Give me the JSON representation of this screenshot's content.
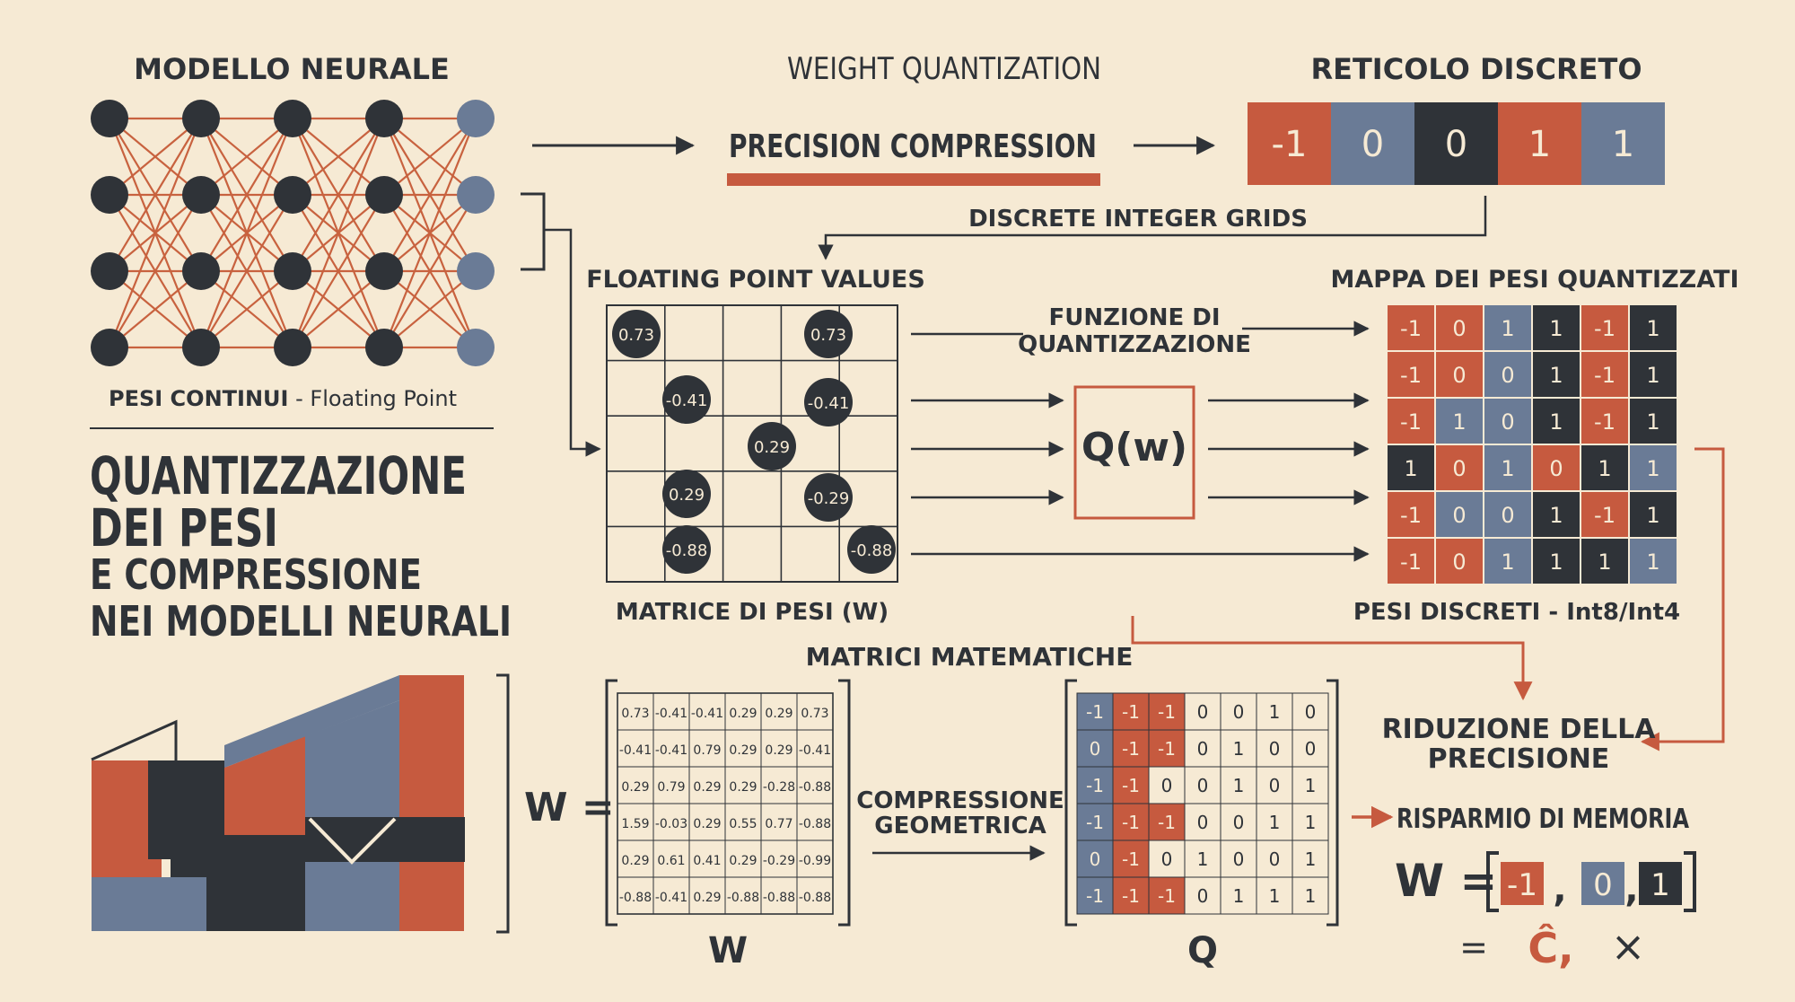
{
  "colors": {
    "background": "#f6ead4",
    "dark": "#2f3338",
    "red": "#c65a3f",
    "blue": "#6a7b96",
    "line": "#3a3d42",
    "edge": "#c8623f"
  },
  "network": {
    "title": "MODELLO NEURALE",
    "caption_bold": "PESI CONTINUI",
    "caption_sep": " - ",
    "caption_light": "Floating Point"
  },
  "main_title": {
    "line1": "QUANTIZZAZIONE",
    "line2": "DEI PESI",
    "line3": "E COMPRESSIONE",
    "line4": "NEI MODELLI NEURALI"
  },
  "top_flow": {
    "label": "WEIGHT QUANTIZATION",
    "box_label": "PRECISION COMPRESSION"
  },
  "lattice": {
    "title": "RETICOLO DISCRETO",
    "cells": [
      {
        "value": "-1",
        "color": "red"
      },
      {
        "value": "0",
        "color": "blue"
      },
      {
        "value": "0",
        "color": "dark"
      },
      {
        "value": "1",
        "color": "red"
      },
      {
        "value": "1",
        "color": "blue"
      }
    ],
    "grids_label": "DISCRETE INTEGER GRIDS"
  },
  "float_matrix": {
    "title": "FLOATING POINT VALUES",
    "caption": "MATRICE DI PESI (W)",
    "points": [
      {
        "value": "0.73",
        "col": 0,
        "row": 0
      },
      {
        "value": "0.73",
        "col": 3,
        "row": 0
      },
      {
        "value": "-0.41",
        "col": 1,
        "row": 1
      },
      {
        "value": "-0.41",
        "col": 3,
        "row": 1
      },
      {
        "value": "0.29",
        "col": 2,
        "row": 2
      },
      {
        "value": "0.29",
        "col": 1,
        "row": 3
      },
      {
        "value": "-0.29",
        "col": 3,
        "row": 3
      },
      {
        "value": "-0.88",
        "col": 1,
        "row": 4
      },
      {
        "value": "-0.88",
        "col": 4,
        "row": 4
      }
    ]
  },
  "quant_function": {
    "label_line1": "FUNZIONE DI",
    "label_line2": "QUANTIZZAZIONE",
    "box": "Q(w)"
  },
  "quant_map": {
    "title": "MAPPA DEI PESI QUANTIZZATI",
    "caption": "PESI DISCRETI - Int8/Int4",
    "rows": [
      [
        [
          "-1",
          "red"
        ],
        [
          "0",
          "red"
        ],
        [
          "1",
          "blue"
        ],
        [
          "1",
          "dark"
        ],
        [
          "-1",
          "red"
        ],
        [
          "1",
          "dark"
        ]
      ],
      [
        [
          "-1",
          "red"
        ],
        [
          "0",
          "red"
        ],
        [
          "0",
          "blue"
        ],
        [
          "1",
          "dark"
        ],
        [
          "-1",
          "red"
        ],
        [
          "1",
          "dark"
        ]
      ],
      [
        [
          "-1",
          "red"
        ],
        [
          "1",
          "blue"
        ],
        [
          "0",
          "blue"
        ],
        [
          "1",
          "dark"
        ],
        [
          "-1",
          "red"
        ],
        [
          "1",
          "dark"
        ]
      ],
      [
        [
          "1",
          "dark"
        ],
        [
          "0",
          "red"
        ],
        [
          "1",
          "blue"
        ],
        [
          "0",
          "red"
        ],
        [
          "1",
          "dark"
        ],
        [
          "1",
          "blue"
        ]
      ],
      [
        [
          "-1",
          "red"
        ],
        [
          "0",
          "blue"
        ],
        [
          "0",
          "blue"
        ],
        [
          "1",
          "dark"
        ],
        [
          "-1",
          "red"
        ],
        [
          "1",
          "dark"
        ]
      ],
      [
        [
          "-1",
          "red"
        ],
        [
          "0",
          "red"
        ],
        [
          "1",
          "blue"
        ],
        [
          "1",
          "dark"
        ],
        [
          "1",
          "dark"
        ],
        [
          "1",
          "blue"
        ]
      ]
    ]
  },
  "math": {
    "title": "MATRICI MATEMATICHE",
    "w_label": "W =",
    "w_caption": "W",
    "w_values": [
      [
        "0.73",
        "-0.41",
        "-0.41",
        "0.29",
        "0.29",
        "0.73"
      ],
      [
        "-0.41",
        "-0.41",
        "0.79",
        "0.29",
        "0.29",
        "-0.41"
      ],
      [
        "0.29",
        "0.79",
        "0.29",
        "0.29",
        "-0.28",
        "-0.88"
      ],
      [
        "1.59",
        "-0.03",
        "0.29",
        "0.55",
        "0.77",
        "-0.88"
      ],
      [
        "0.29",
        "0.61",
        "0.41",
        "0.29",
        "-0.29",
        "-0.99"
      ],
      [
        "-0.88",
        "-0.41",
        "0.29",
        "-0.88",
        "-0.88",
        "-0.88"
      ]
    ],
    "compression_line1": "COMPRESSIONE",
    "compression_line2": "GEOMETRICA",
    "q_caption": "Q",
    "q_values": [
      [
        [
          "-1",
          "blue"
        ],
        [
          "-1",
          "red"
        ],
        [
          "-1",
          "red"
        ],
        [
          "0",
          ""
        ],
        [
          "0",
          ""
        ],
        [
          "1",
          ""
        ],
        [
          "0",
          ""
        ]
      ],
      [
        [
          "0",
          "blue"
        ],
        [
          "-1",
          "red"
        ],
        [
          "-1",
          "red"
        ],
        [
          "0",
          ""
        ],
        [
          "1",
          ""
        ],
        [
          "0",
          ""
        ],
        [
          "0",
          ""
        ]
      ],
      [
        [
          "-1",
          "blue"
        ],
        [
          "-1",
          "red"
        ],
        [
          "0",
          ""
        ],
        [
          "0",
          ""
        ],
        [
          "1",
          ""
        ],
        [
          "0",
          ""
        ],
        [
          "1",
          ""
        ]
      ],
      [
        [
          "-1",
          "blue"
        ],
        [
          "-1",
          "red"
        ],
        [
          "-1",
          "red"
        ],
        [
          "0",
          ""
        ],
        [
          "0",
          ""
        ],
        [
          "1",
          ""
        ],
        [
          "1",
          ""
        ]
      ],
      [
        [
          "0",
          "blue"
        ],
        [
          "-1",
          "red"
        ],
        [
          "0",
          ""
        ],
        [
          "1",
          ""
        ],
        [
          "0",
          ""
        ],
        [
          "0",
          ""
        ],
        [
          "1",
          ""
        ]
      ],
      [
        [
          "-1",
          "blue"
        ],
        [
          "-1",
          "red"
        ],
        [
          "-1",
          "red"
        ],
        [
          "0",
          ""
        ],
        [
          "1",
          ""
        ],
        [
          "1",
          ""
        ],
        [
          "1",
          ""
        ]
      ]
    ]
  },
  "result": {
    "precision_line1": "RIDUZIONE DELLA",
    "precision_line2": "PRECISIONE",
    "memory": "RISPARMIO DI MEMORIA",
    "eq_prefix": "W =",
    "eq_values": [
      {
        "value": "-1",
        "color": "red"
      },
      {
        "value": "0",
        "color": "blue"
      },
      {
        "value": "1",
        "color": "dark"
      }
    ],
    "comma": ",",
    "footer_eq": "=",
    "footer_symbol": "Ĉ,",
    "footer_cross": "×"
  }
}
